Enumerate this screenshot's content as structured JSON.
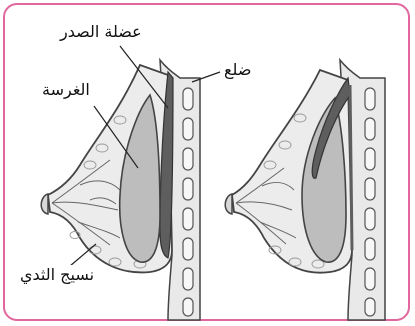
{
  "labels": {
    "muscle": "عضلة الصدر",
    "rib": "ضلع",
    "implant": "الغرسة",
    "tissue": "نسيج الثدي"
  },
  "colors": {
    "frame": "#e2679e",
    "skin_fill": "#ececec",
    "outline": "#444444",
    "implant": "#b7b7b7",
    "muscle": "#5e5e5e"
  }
}
